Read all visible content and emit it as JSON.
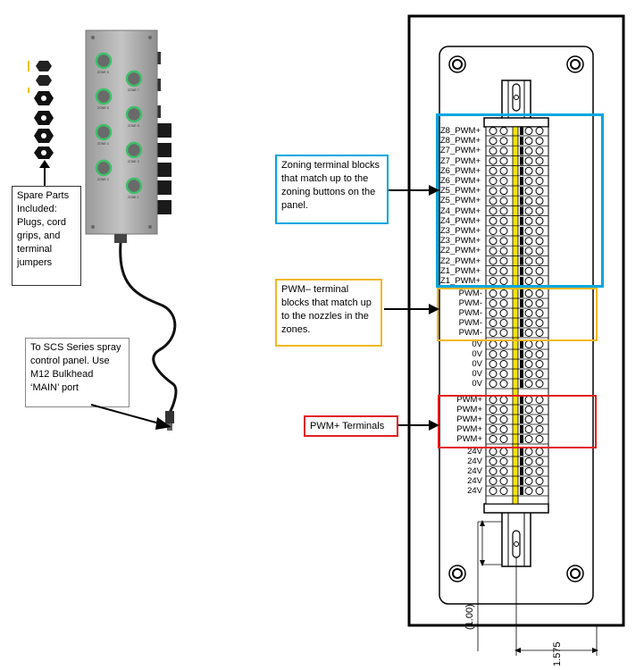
{
  "callouts": {
    "spare_parts": "Spare Parts Included: Plugs, cord grips, and terminal jumpers",
    "scs_panel": "To SCS Series spray control panel. Use M12 Bulkhead ‘MAIN’ port",
    "zoning": "Zoning terminal blocks that match up to the zoning buttons on the panel.",
    "pwm_minus": "PWM– terminal blocks that match up to the nozzles in the zones.",
    "pwm_plus": "PWM+ Terminals"
  },
  "terminal_labels": {
    "zoning": [
      "Z8_PWM+",
      "Z8_PWM+",
      "Z7_PWM+",
      "Z7_PWM+",
      "Z6_PWM+",
      "Z6_PWM+",
      "Z5_PWM+",
      "Z5_PWM+",
      "Z4_PWM+",
      "Z4_PWM+",
      "Z3_PWM+",
      "Z3_PWM+",
      "Z2_PWM+",
      "Z2_PWM+",
      "Z1_PWM+",
      "Z1_PWM+"
    ],
    "pwm_minus": [
      "PWM-",
      "PWM-",
      "PWM-",
      "PWM-",
      "PWM-"
    ],
    "zero_v": [
      "0V",
      "0V",
      "0V",
      "0V",
      "0V"
    ],
    "pwm_plus": [
      "PWM+",
      "PWM+",
      "PWM+",
      "PWM+",
      "PWM+"
    ],
    "twenty_four_v": [
      "24V",
      "24V",
      "24V",
      "24V",
      "24V"
    ]
  },
  "box_labels": {
    "left": [
      "ZONE 8",
      "ZONE 6",
      "ZONE 4",
      "ZONE 2"
    ],
    "right": [
      "ZONE 7",
      "ZONE 5",
      "ZONE 3",
      "ZONE 1"
    ]
  },
  "dimensions": {
    "vertical": "(1.00)",
    "horizontal": "1.575"
  },
  "colors": {
    "zoning_box": "#00a6e0",
    "pwm_minus_box": "#f2b81d",
    "pwm_plus_box": "#e02020",
    "button_green": "#3fbf6a",
    "din_yellow": "#f4e400"
  }
}
